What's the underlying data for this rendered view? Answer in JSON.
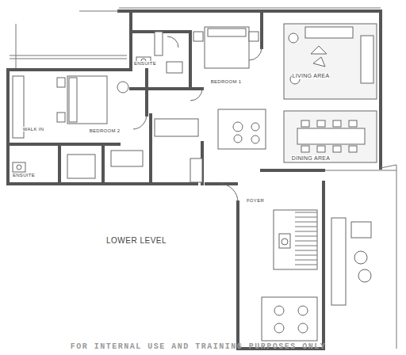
{
  "diagram": {
    "labels": [
      "ENSUITE",
      "BEDROOM 1",
      "LIVING AREA",
      "WALK IN",
      "BEDROOM 2",
      "DINING AREA",
      "ENSUITE",
      "FOYER",
      "LOWER LEVEL",
      "FOR INTERNAL USE AND TRAINING PURPOSES ONLY"
    ]
  }
}
